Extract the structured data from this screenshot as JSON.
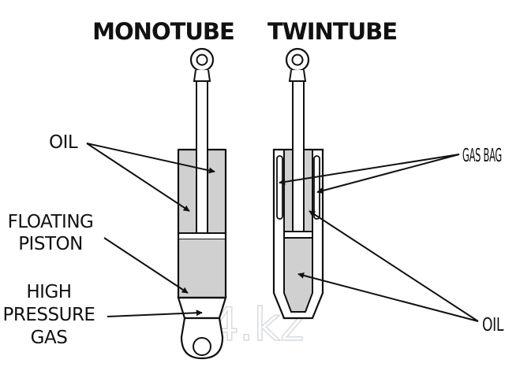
{
  "monotube": {
    "title": "MONOTUBE",
    "labels": {
      "oil": "OIL",
      "floating_piston_line1": "FLOATING",
      "floating_piston_line2": "PISTON",
      "high_pressure_gas_line1": "HIGH",
      "high_pressure_gas_line2": "PRESSURE",
      "high_pressure_gas_line3": "GAS"
    }
  },
  "twintube": {
    "title": "TWINTUBE",
    "labels": {
      "gas_bag": "GAS BAG",
      "oil": "OIL"
    }
  },
  "watermark": "i4.kz",
  "colors": {
    "outline": "#111111",
    "oil_fill": "#d0d0d0",
    "background": "#ffffff"
  }
}
